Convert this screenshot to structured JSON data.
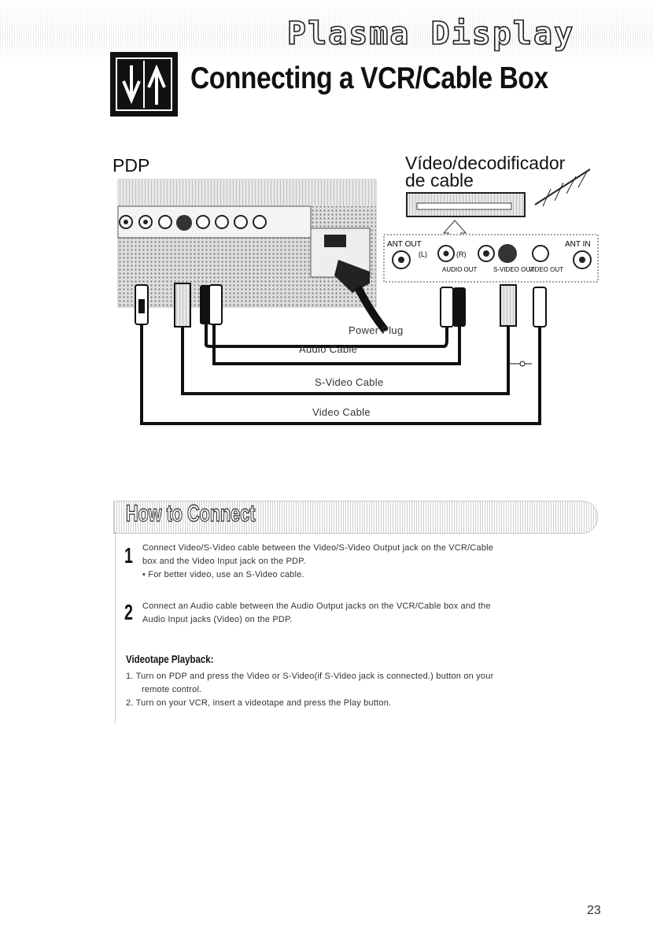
{
  "header": {
    "section_title": "Plasma Display",
    "page_title": "Connecting a VCR/Cable Box"
  },
  "diagram": {
    "pdp_label": "PDP",
    "device_label_line1": "Vídeo/decodificador",
    "device_label_line2": "de cable",
    "ant_out": "ANT OUT",
    "ant_in": "ANT IN",
    "audio_out": "AUDIO OUT",
    "s_video_out": "S-VIDEO OUT",
    "video_out": "VIDEO OUT",
    "l_label": "(L)",
    "r_label": "(R)",
    "power_plug": "Power Plug",
    "audio_cable": "Audio Cable",
    "svideo_cable": "S-Video Cable",
    "video_cable": "Video Cable"
  },
  "howto": {
    "title": "How to Connect",
    "steps": [
      {
        "number": "1",
        "line1": "Connect Video/S-Video cable between the Video/S-Video Output jack on the VCR/Cable",
        "line2": "box and the Video Input jack on the PDP.",
        "note": "• For better video, use an S-Video cable."
      },
      {
        "number": "2",
        "line1": "Connect an Audio cable between the Audio Output jacks on the VCR/Cable box and the",
        "line2": "Audio Input jacks (Video) on the PDP."
      }
    ],
    "playback_heading": "Videotape Playback:",
    "playback_1_line1": "1.  Turn on PDP and press the Video or S-Video(if S-Video jack is connected.) button on your",
    "playback_1_line2": "remote control.",
    "playback_2": "2.  Turn on your VCR, insert a videotape and press the Play button."
  },
  "page_number": "23"
}
